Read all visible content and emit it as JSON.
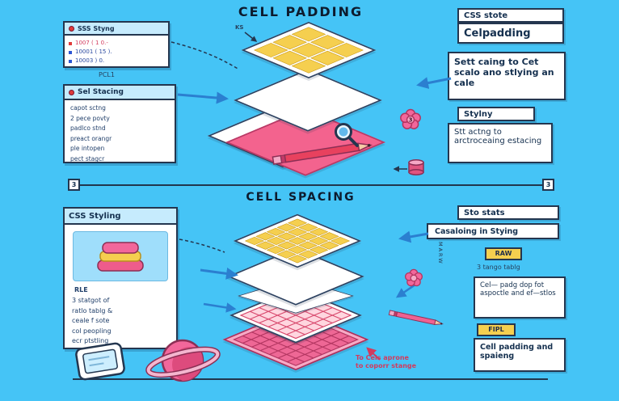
{
  "colors": {
    "background": "#45c4f6",
    "pink": "#f2679b",
    "yellow": "#f5cf4f",
    "navy": "#24364f",
    "arrow_blue": "#2b7fd0",
    "accent_red": "#d23b5e"
  },
  "padding": {
    "title": "CELL PADDING",
    "ks": "KS",
    "code": {
      "header": "SSS Styng",
      "line1": "1007 ( 1 0.-",
      "line2": "10001 ( 15 ).",
      "line3": "10003 ) 0.",
      "caption": "PCL1"
    },
    "list": {
      "header": "Sel Stacing",
      "items": [
        "capot sctng",
        "2 pece povty",
        "padlco stnd",
        "preact orangr",
        "ple intopen",
        "pect stagcr"
      ]
    },
    "right": {
      "header": "CSS stote",
      "name": "Celpadding",
      "note1": "Sett caing to Cet scalo ano stlying an cale",
      "header2": "Stylny",
      "note2": "Stt actng to arctroceaing estacing"
    },
    "star": "3"
  },
  "ruler": {
    "left_cap": "3",
    "right_cap": "3"
  },
  "spacing": {
    "title": "CELL SPACING",
    "panel": {
      "header": "CSS Styling",
      "tag": "RLE",
      "items": [
        "3 statgot of",
        "ratlo tablg &",
        "ceale f sote",
        "col peopling",
        "ecr ptstling"
      ]
    },
    "right": {
      "header": "Sto stats",
      "callout": "Casaloing in Stying",
      "tag1": "RAW",
      "cap1": "3 tango tablg",
      "note1": "Cel— padg dop fot aspoctle and ef—stlos",
      "tag2": "FIPL",
      "note2": "Cell padding and spaieng",
      "vlabel": "MARW"
    },
    "footnote1": "To Cels aprone",
    "footnote2": "to coporr stange"
  }
}
